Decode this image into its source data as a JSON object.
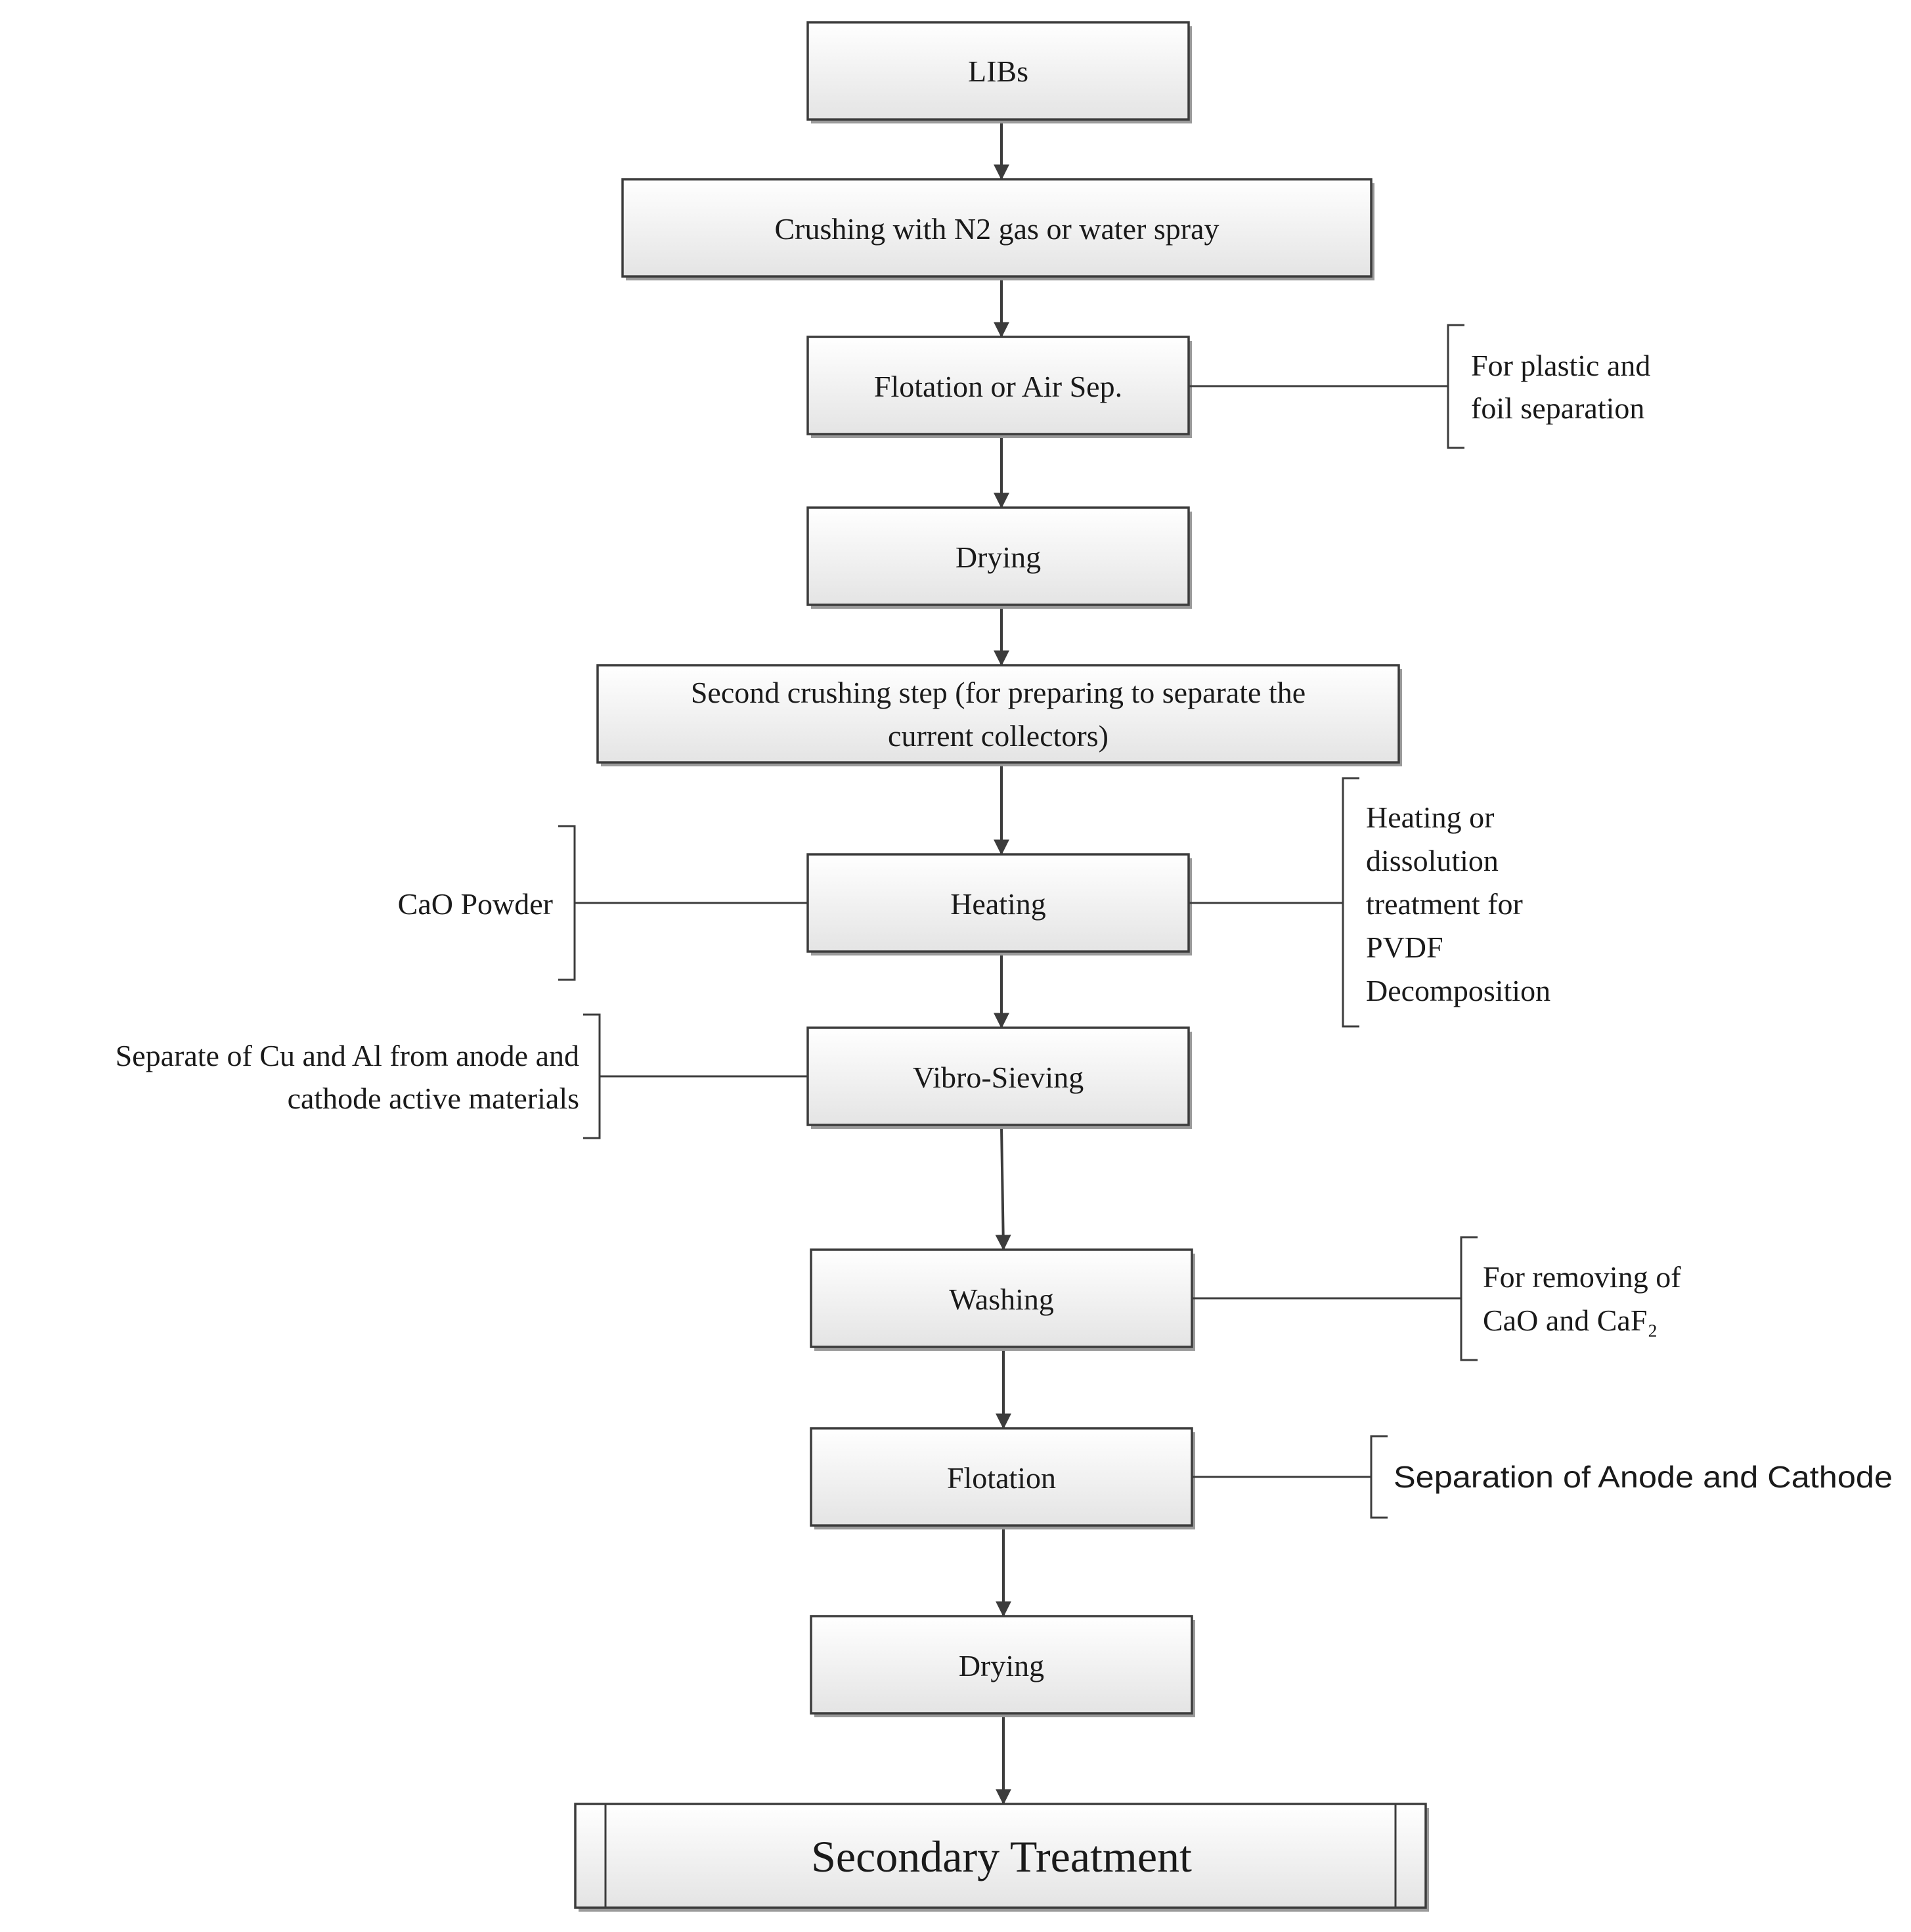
{
  "steps": {
    "libs": "LIBs",
    "crushing": "Crushing with N2 gas or water spray",
    "flotation_air": "Flotation or Air Sep.",
    "drying1": "Drying",
    "second_crushing_line1": "Second crushing step (for preparing to separate the",
    "second_crushing_line2": "current collectors)",
    "heating": "Heating",
    "vibro_sieving": "Vibro-Sieving",
    "washing": "Washing",
    "flotation": "Flotation",
    "drying2": "Drying",
    "secondary": "Secondary Treatment"
  },
  "notes": {
    "plastic_foil_line1": "For plastic and",
    "plastic_foil_line2": "foil separation",
    "cao_powder": "CaO Powder",
    "pvdf_line1": "Heating or",
    "pvdf_line2": "dissolution",
    "pvdf_line3": "treatment for",
    "pvdf_line4": "PVDF",
    "pvdf_line5": "Decomposition",
    "cu_al_line1": "Separate of Cu and Al from anode and",
    "cu_al_line2": "cathode active materials",
    "removing_line1": "For removing of",
    "removing_line2": "CaO and CaF₂",
    "anode_cathode": "Separation of Anode and Cathode"
  }
}
